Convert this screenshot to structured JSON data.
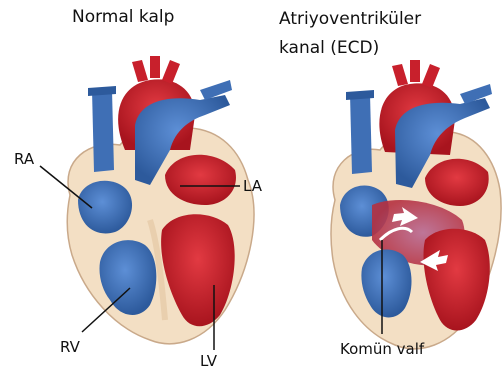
{
  "left_panel": {
    "title": "Normal kalp",
    "labels": {
      "ra": "RA",
      "la": "LA",
      "rv": "RV",
      "lv": "LV"
    }
  },
  "right_panel": {
    "title_line1": "Atriyoventriküler",
    "title_line2": "kanal (ECD)",
    "labels": {
      "common_valve": "Komün valf"
    }
  },
  "colors": {
    "oxygenated": "#c8202c",
    "deoxygenated": "#3f6fb5",
    "wall": "#f3dfc4",
    "mixed": "#8a4f8f"
  }
}
